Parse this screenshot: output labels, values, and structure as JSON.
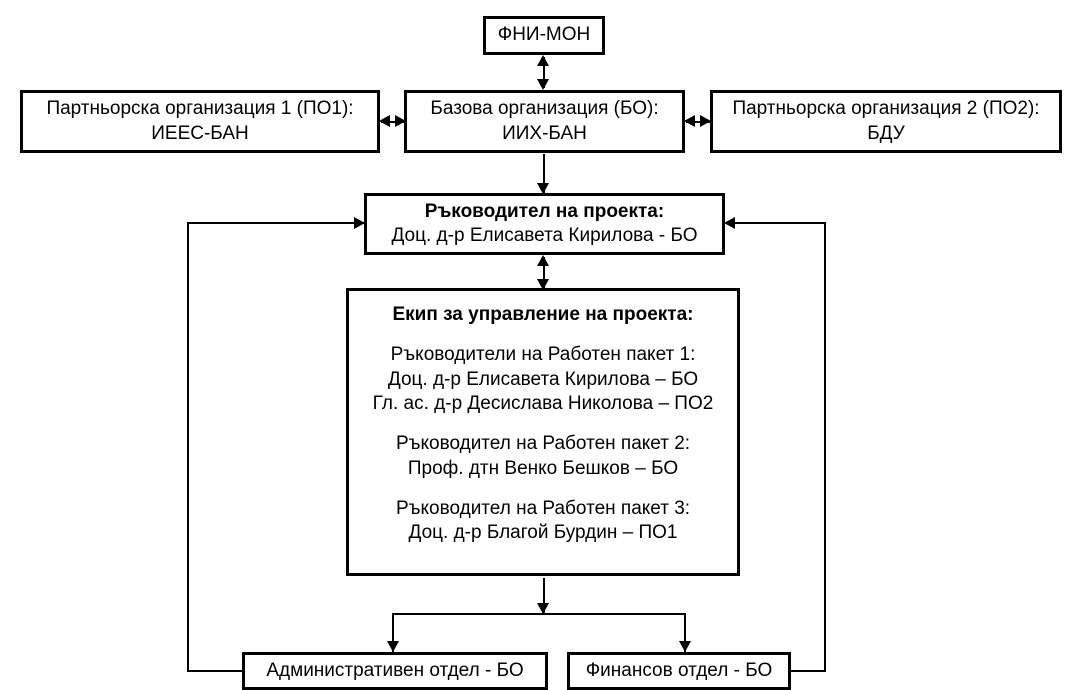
{
  "diagram": {
    "title": "Project organizational structure",
    "colors": {
      "line": "#000000",
      "box_fill": "#ffffff",
      "text": "#000000"
    },
    "nodes": {
      "funding": {
        "lines": [
          "ФНИ-МОН"
        ]
      },
      "partner1": {
        "lines": [
          "Партньорска организация 1 (ПО1):",
          "ИЕЕС-БАН"
        ]
      },
      "base_org": {
        "lines": [
          "Базова организация (БО):",
          "ИИХ-БАН"
        ]
      },
      "partner2": {
        "lines": [
          "Партньорска организация 2 (ПО2):",
          "БДУ"
        ]
      },
      "leader": {
        "title": "Ръководител на проекта:",
        "name": "Доц. д-р Елисавета Кирилова - БО"
      },
      "team": {
        "title": "Екип за управление на проекта:",
        "groups": [
          {
            "heading": "Ръководители на Работен пакет 1:",
            "members": [
              "Доц. д-р Елисавета Кирилова – БО",
              "Гл. ас. д-р Десислава Николова – ПО2"
            ]
          },
          {
            "heading": "Ръководител на Работен пакет 2:",
            "members": [
              "Проф. дтн Венко Бешков – БО"
            ]
          },
          {
            "heading": "Ръководител на Работен пакет 3:",
            "members": [
              "Доц. д-р Благой Бурдин – ПО1"
            ]
          }
        ]
      },
      "admin_dept": {
        "lines": [
          "Административен отдел - БО"
        ]
      },
      "finance_dept": {
        "lines": [
          "Финансов отдел - БО"
        ]
      }
    }
  }
}
